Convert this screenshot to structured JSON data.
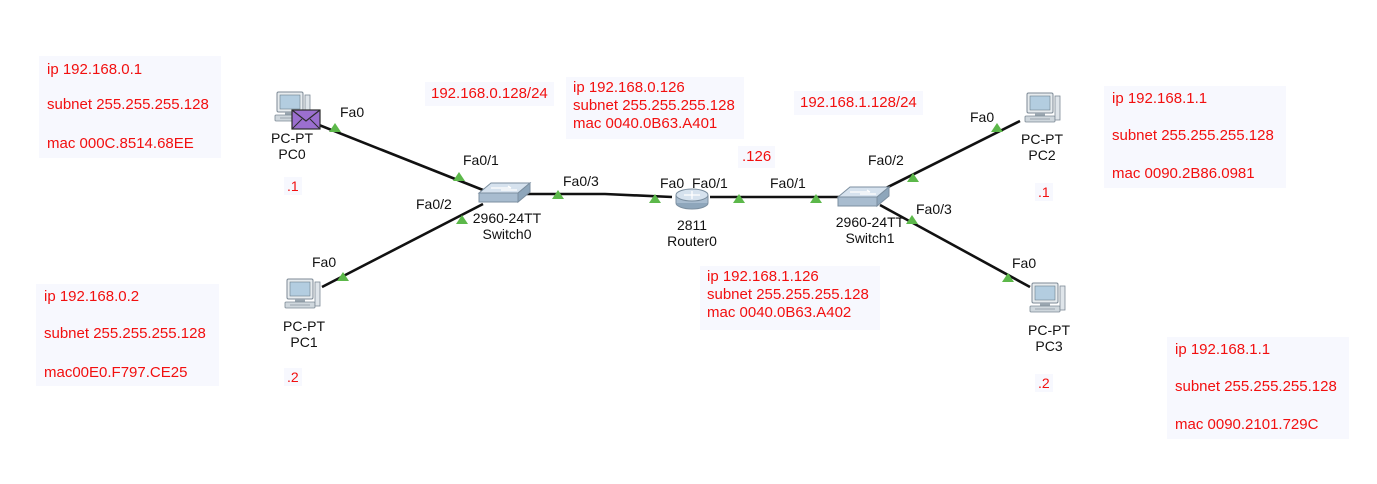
{
  "colors": {
    "annotation_text": "#f20f0f",
    "annotation_bg": "#f7f8fe",
    "link": "#111111",
    "port_indicator": "#5cb84a",
    "envelope": "#9b6fcf"
  },
  "devices": {
    "pc0": {
      "type": "PC-PT",
      "name": "PC0",
      "icon": "pc-icon",
      "short_ip": ".1"
    },
    "pc1": {
      "type": "PC-PT",
      "name": "PC1",
      "icon": "pc-icon",
      "short_ip": ".2"
    },
    "pc2": {
      "type": "PC-PT",
      "name": "PC2",
      "icon": "pc-icon",
      "short_ip": ".1"
    },
    "pc3": {
      "type": "PC-PT",
      "name": "PC3",
      "icon": "pc-icon",
      "short_ip": ".2"
    },
    "switch0": {
      "type": "2960-24TT",
      "name": "Switch0",
      "icon": "switch-icon"
    },
    "switch1": {
      "type": "2960-24TT",
      "name": "Switch1",
      "icon": "switch-icon"
    },
    "router0": {
      "type": "2811",
      "name": "Router0",
      "icon": "router-icon"
    }
  },
  "ports": {
    "pc0_fa0": "Fa0",
    "pc1_fa0": "Fa0",
    "pc2_fa0": "Fa0",
    "pc3_fa0": "Fa0",
    "sw0_fa01": "Fa0/1",
    "sw0_fa02": "Fa0/2",
    "sw0_fa03": "Fa0/3",
    "r0_fa0": "Fa0",
    "r0_fa01": "Fa0/1",
    "sw1_fa01": "Fa0/1",
    "sw1_fa02": "Fa0/2",
    "sw1_fa03": "Fa0/3"
  },
  "notes": {
    "pc0": [
      "ip 192.168.0.1",
      "subnet 255.255.255.128",
      "mac 000C.8514.68EE"
    ],
    "pc1": [
      "ip 192.168.0.2",
      "subnet 255.255.255.128",
      "mac00E0.F797.CE25"
    ],
    "pc2": [
      "ip 192.168.1.1",
      "subnet 255.255.255.128",
      "mac 0090.2B86.0981"
    ],
    "pc3": [
      "ip 192.168.1.1",
      "subnet 255.255.255.128",
      "mac 0090.2101.729C"
    ],
    "router_fa0": [
      "ip 192.168.0.126",
      "subnet 255.255.255.128",
      "mac 0040.0B63.A401"
    ],
    "router_fa01": [
      "ip 192.168.1.126",
      "subnet 255.255.255.128",
      "mac 0040.0B63.A402"
    ]
  },
  "networks": {
    "left": "192.168.0.128/24",
    "right": "192.168.1.128/24",
    "router_short": ".126"
  },
  "pc0_status_icon": "envelope-icon"
}
